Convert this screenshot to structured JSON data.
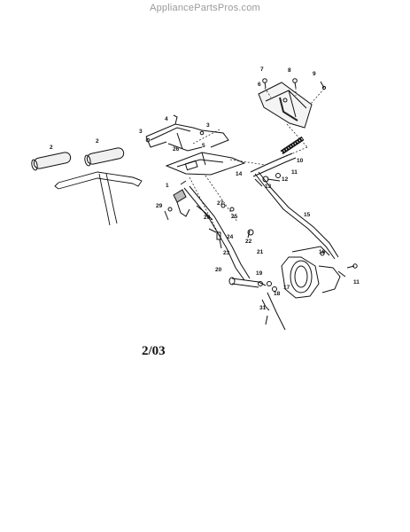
{
  "watermark": "AppliancePartsPros.com",
  "date_code": "2/03",
  "part_labels": [
    {
      "id": "p7",
      "text": "7"
    },
    {
      "id": "p8",
      "text": "8"
    },
    {
      "id": "p9",
      "text": "9"
    },
    {
      "id": "p6",
      "text": "6"
    },
    {
      "id": "p4",
      "text": "4"
    },
    {
      "id": "p3a",
      "text": "3"
    },
    {
      "id": "p3b",
      "text": "3"
    },
    {
      "id": "p26a",
      "text": "26"
    },
    {
      "id": "p5",
      "text": "5"
    },
    {
      "id": "p2a",
      "text": "2"
    },
    {
      "id": "p2b",
      "text": "2"
    },
    {
      "id": "p10",
      "text": "10"
    },
    {
      "id": "p14",
      "text": "14"
    },
    {
      "id": "p11a",
      "text": "11"
    },
    {
      "id": "p12",
      "text": "12"
    },
    {
      "id": "p13",
      "text": "13"
    },
    {
      "id": "p1",
      "text": "1"
    },
    {
      "id": "p29",
      "text": "29"
    },
    {
      "id": "p27",
      "text": "27"
    },
    {
      "id": "p25",
      "text": "25"
    },
    {
      "id": "p26b",
      "text": "26"
    },
    {
      "id": "p24",
      "text": "24"
    },
    {
      "id": "p22",
      "text": "22"
    },
    {
      "id": "p23",
      "text": "23"
    },
    {
      "id": "p21",
      "text": "21"
    },
    {
      "id": "p15",
      "text": "15"
    },
    {
      "id": "p16",
      "text": "16"
    },
    {
      "id": "p20",
      "text": "20"
    },
    {
      "id": "p19",
      "text": "19"
    },
    {
      "id": "p11b",
      "text": "11"
    },
    {
      "id": "p17",
      "text": "17"
    },
    {
      "id": "p18",
      "text": "18"
    },
    {
      "id": "p31",
      "text": "31"
    }
  ]
}
